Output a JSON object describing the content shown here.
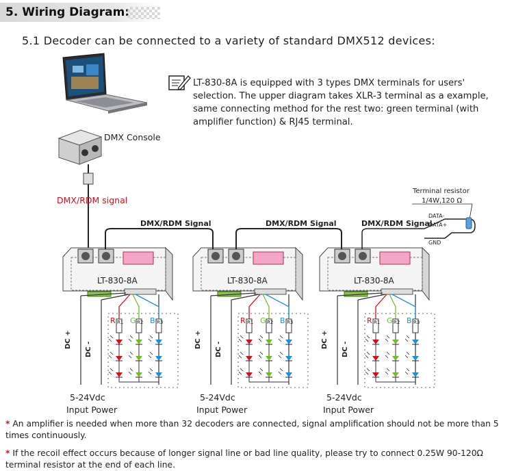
{
  "section": {
    "title": "5.  Wiring Diagram:"
  },
  "subheading": "5.1 Decoder can be connected to a variety of standard DMX512 devices:",
  "note": {
    "icon": "pencil-note-icon",
    "text": "LT-830-8A is equipped with 3 types DMX terminals for users' selection. The upper diagram takes XLR-3 terminal as a example, same connecting method for the rest two: green terminal (with amplifier function) & RJ45 terminal."
  },
  "diagram": {
    "console_label": "DMX Console",
    "signal_label": "DMX/RDM signal",
    "link_label": "DMX/RDM Signal",
    "terminal": {
      "title": "Terminal resistor",
      "spec": "1/4W,120 Ω",
      "data_minus": "DATA-",
      "data_plus": "DATA+",
      "gnd": "GND"
    },
    "decoders": [
      {
        "model": "LT-830-8A",
        "power_line1": "5-24Vdc",
        "power_line2": "Input Power",
        "dc_plus": "DC +",
        "dc_minus": "DC -",
        "channels": [
          "R",
          "G",
          "B"
        ],
        "resistors": [
          "R1",
          "R2",
          "R3"
        ]
      },
      {
        "model": "LT-830-8A",
        "power_line1": "5-24Vdc",
        "power_line2": "Input Power",
        "dc_plus": "DC +",
        "dc_minus": "DC -",
        "channels": [
          "R",
          "G",
          "B"
        ],
        "resistors": [
          "R1",
          "R2",
          "R3"
        ]
      },
      {
        "model": "LT-830-8A",
        "power_line1": "5-24Vdc",
        "power_line2": "Input Power",
        "dc_plus": "DC +",
        "dc_minus": "DC -",
        "channels": [
          "R",
          "G",
          "B"
        ],
        "resistors": [
          "R1",
          "R2",
          "R3"
        ]
      }
    ],
    "colors": {
      "red": "#d0101a",
      "green": "#6bbf2a",
      "blue": "#1e8fd8",
      "wire": "#333333"
    }
  },
  "footnotes": [
    {
      "mark": "*",
      "text": "An amplifier is needed when more than 32 decoders are connected, signal amplification should not be more than 5 times continuously."
    },
    {
      "mark": "*",
      "text": "If the recoil effect occurs because of longer signal line or bad line quality, please try to connect 0.25W 90-120Ω terminal resistor at the end of each line."
    }
  ]
}
